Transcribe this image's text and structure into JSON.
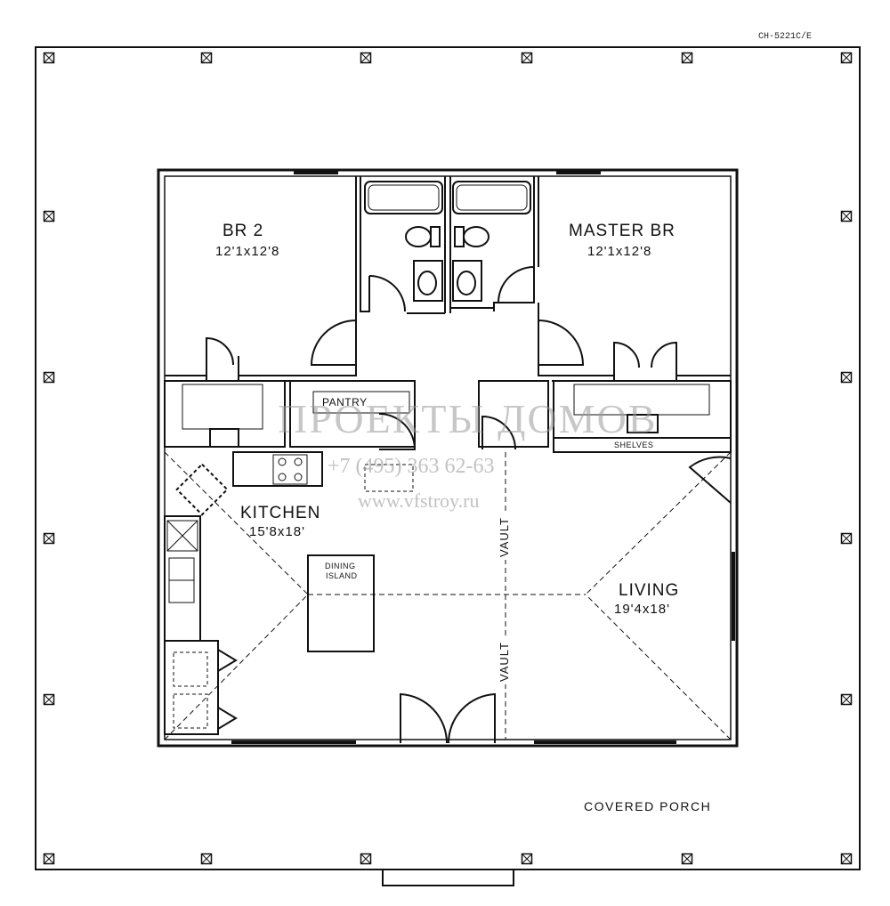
{
  "drawing_code": "CH-5221C/E",
  "rooms": {
    "br2": {
      "name": "BR 2",
      "size": "12'1x12'8"
    },
    "master": {
      "name": "MASTER BR",
      "size": "12'1x12'8"
    },
    "kitchen": {
      "name": "KITCHEN",
      "size": "15'8x18'"
    },
    "living": {
      "name": "LIVING",
      "size": "19'4x18'"
    },
    "pantry": {
      "name": "PANTRY"
    },
    "shelves": {
      "name": "SHELVES"
    },
    "dining_island": {
      "line1": "DINING",
      "line2": "ISLAND"
    },
    "porch": {
      "name": "COVERED PORCH"
    }
  },
  "vault_label": "VAULT",
  "watermark": {
    "brand": "ПРОЕКТЫ ДОМОВ",
    "phone": "+7 (495) 363 62-63",
    "site": "www.vfstroy.ru"
  }
}
